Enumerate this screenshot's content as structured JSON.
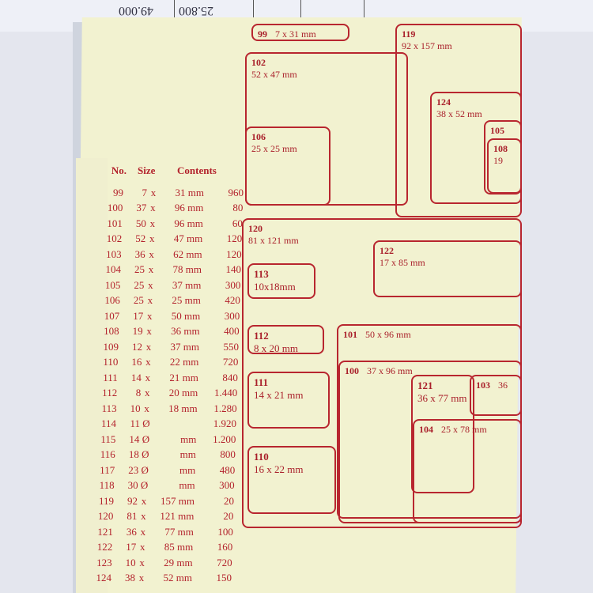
{
  "background_paper": {
    "values": [
      "49.000",
      "25.800"
    ]
  },
  "table": {
    "headers": {
      "no": "No.",
      "size": "Size",
      "contents": "Contents"
    },
    "rows": [
      {
        "no": "99",
        "w": "7",
        "x": "x",
        "h": "31 mm",
        "contents": "960"
      },
      {
        "no": "100",
        "w": "37",
        "x": "x",
        "h": "96 mm",
        "contents": "80"
      },
      {
        "no": "101",
        "w": "50",
        "x": "x",
        "h": "96 mm",
        "contents": "60"
      },
      {
        "no": "102",
        "w": "52",
        "x": "x",
        "h": "47 mm",
        "contents": "120"
      },
      {
        "no": "103",
        "w": "36",
        "x": "x",
        "h": "62 mm",
        "contents": "120"
      },
      {
        "no": "104",
        "w": "25",
        "x": "x",
        "h": "78 mm",
        "contents": "140"
      },
      {
        "no": "105",
        "w": "25",
        "x": "x",
        "h": "37 mm",
        "contents": "300"
      },
      {
        "no": "106",
        "w": "25",
        "x": "x",
        "h": "25 mm",
        "contents": "420"
      },
      {
        "no": "107",
        "w": "17",
        "x": "x",
        "h": "50 mm",
        "contents": "300"
      },
      {
        "no": "108",
        "w": "19",
        "x": "x",
        "h": "36 mm",
        "contents": "400"
      },
      {
        "no": "109",
        "w": "12",
        "x": "x",
        "h": "37 mm",
        "contents": "550"
      },
      {
        "no": "110",
        "w": "16",
        "x": "x",
        "h": "22 mm",
        "contents": "720"
      },
      {
        "no": "111",
        "w": "14",
        "x": "x",
        "h": "21 mm",
        "contents": "840"
      },
      {
        "no": "112",
        "w": "8",
        "x": "x",
        "h": "20 mm",
        "contents": "1.440"
      },
      {
        "no": "113",
        "w": "10",
        "x": "x",
        "h": "18 mm",
        "contents": "1.280"
      },
      {
        "no": "114",
        "w": "11",
        "x": "Ø",
        "h": "",
        "contents": "1.920"
      },
      {
        "no": "115",
        "w": "14",
        "x": "Ø",
        "h": "mm",
        "contents": "1.200"
      },
      {
        "no": "116",
        "w": "18",
        "x": "Ø",
        "h": "mm",
        "contents": "800"
      },
      {
        "no": "117",
        "w": "23",
        "x": "Ø",
        "h": "mm",
        "contents": "480"
      },
      {
        "no": "118",
        "w": "30",
        "x": "Ø",
        "h": "mm",
        "contents": "300"
      },
      {
        "no": "119",
        "w": "92",
        "x": "x",
        "h": "157 mm",
        "contents": "20"
      },
      {
        "no": "120",
        "w": "81",
        "x": "x",
        "h": "121 mm",
        "contents": "20"
      },
      {
        "no": "121",
        "w": "36",
        "x": "x",
        "h": "77 mm",
        "contents": "100"
      },
      {
        "no": "122",
        "w": "17",
        "x": "x",
        "h": "85 mm",
        "contents": "160"
      },
      {
        "no": "123",
        "w": "10",
        "x": "x",
        "h": "29 mm",
        "contents": "720"
      },
      {
        "no": "124",
        "w": "38",
        "x": "x",
        "h": "52 mm",
        "contents": "150"
      }
    ]
  },
  "labels": [
    {
      "no": "99",
      "size": "7 x 31 mm"
    },
    {
      "no": "119",
      "size": "92 x 157 mm"
    },
    {
      "no": "102",
      "size": "52 x 47 mm"
    },
    {
      "no": "106",
      "size": "25 x 25 mm"
    },
    {
      "no": "124",
      "size": "38 x 52 mm"
    },
    {
      "no": "105",
      "size": ""
    },
    {
      "no": "108",
      "size": "19"
    },
    {
      "no": "120",
      "size": "81 x 121 mm"
    },
    {
      "no": "122",
      "size": "17 x 85 mm"
    },
    {
      "no": "113",
      "size": "10x18mm"
    },
    {
      "no": "112",
      "size": "8 x 20 mm"
    },
    {
      "no": "101",
      "size": "50 x 96 mm"
    },
    {
      "no": "100",
      "size": "37 x 96 mm"
    },
    {
      "no": "111",
      "size": "14 x 21 mm"
    },
    {
      "no": "121",
      "size": "36 x 77 mm"
    },
    {
      "no": "103",
      "size": "36"
    },
    {
      "no": "104",
      "size": "25 x 78 mm"
    },
    {
      "no": "110",
      "size": "16 x 22 mm"
    }
  ],
  "colors": {
    "ink": "#b3222c",
    "sheet": "#f2f2d0"
  }
}
